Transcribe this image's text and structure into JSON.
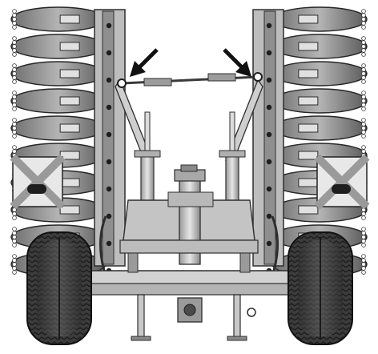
{
  "figure": {
    "subject": "folded-disc-harrow-rear-view",
    "palette": {
      "background": "#ffffff",
      "metal_dark": "#4a4a4a",
      "metal_mid": "#8c8c8c",
      "metal_light": "#c8c8c8",
      "tire": "#3a3a3a",
      "arrow": "#111111"
    },
    "arrows": [
      {
        "name": "left-arrow",
        "points_to": "left-upper-link-pin"
      },
      {
        "name": "right-arrow",
        "points_to": "right-upper-link-pin"
      }
    ]
  }
}
